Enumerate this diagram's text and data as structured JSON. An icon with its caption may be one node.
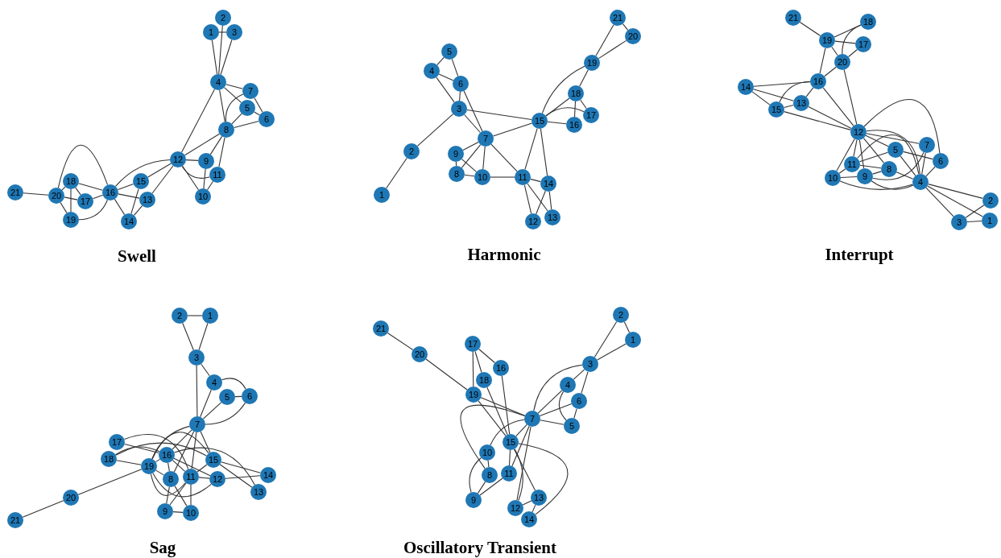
{
  "diagram": {
    "nodes": [
      {
        "text": [
          "1"
        ]
      },
      {
        "text": [
          "2"
        ]
      },
      {
        "text": [
          "3"
        ]
      },
      {
        "text": [
          "4"
        ]
      },
      {
        "text": [
          "5"
        ]
      },
      {
        "text": [
          "6"
        ]
      },
      {
        "text": [
          "7"
        ]
      },
      {
        "text": [
          "8"
        ]
      },
      {
        "text": [
          "9"
        ]
      },
      {
        "text": [
          "10"
        ]
      },
      {
        "text": [
          "11"
        ]
      },
      {
        "text": [
          "12"
        ]
      },
      {
        "text": [
          "13"
        ]
      },
      {
        "text": [
          "14"
        ]
      },
      {
        "text": [
          "15"
        ]
      },
      {
        "text": [
          "16"
        ]
      },
      {
        "text": [
          "17"
        ]
      },
      {
        "text": [
          "18"
        ]
      },
      {
        "text": [
          "19"
        ]
      },
      {
        "text": [
          "20"
        ]
      },
      {
        "text": [
          "21"
        ]
      },
      {
        "text": [
          "1"
        ]
      },
      {
        "text": [
          "2"
        ]
      },
      {
        "text": [
          "3"
        ]
      },
      {
        "text": [
          "4"
        ]
      },
      {
        "text": [
          "5"
        ]
      },
      {
        "text": [
          "6"
        ]
      },
      {
        "text": [
          "7"
        ]
      },
      {
        "text": [
          "8"
        ]
      },
      {
        "text": [
          "9"
        ]
      },
      {
        "text": [
          "10"
        ]
      },
      {
        "text": [
          "11"
        ]
      },
      {
        "text": [
          "12"
        ]
      },
      {
        "text": [
          "13"
        ]
      },
      {
        "text": [
          "14"
        ]
      },
      {
        "text": [
          "15"
        ]
      },
      {
        "text": [
          "16"
        ]
      },
      {
        "text": [
          "17"
        ]
      },
      {
        "text": [
          "18"
        ]
      },
      {
        "text": [
          "19"
        ]
      },
      {
        "text": [
          "20"
        ]
      },
      {
        "text": [
          "21"
        ]
      },
      {
        "text": [
          "1"
        ]
      },
      {
        "text": [
          "2"
        ]
      },
      {
        "text": [
          "3"
        ]
      },
      {
        "text": [
          "4"
        ]
      },
      {
        "text": [
          "5"
        ]
      },
      {
        "text": [
          "6"
        ]
      },
      {
        "text": [
          "7"
        ]
      },
      {
        "text": [
          "8"
        ]
      },
      {
        "text": [
          "9"
        ]
      },
      {
        "text": [
          "10"
        ]
      },
      {
        "text": [
          "11"
        ]
      },
      {
        "text": [
          "12"
        ]
      },
      {
        "text": [
          "13"
        ]
      },
      {
        "text": [
          "14"
        ]
      },
      {
        "text": [
          "15"
        ]
      },
      {
        "text": [
          "16"
        ]
      },
      {
        "text": [
          "17"
        ]
      },
      {
        "text": [
          "18"
        ]
      },
      {
        "text": [
          "19"
        ]
      },
      {
        "text": [
          "20"
        ]
      },
      {
        "text": [
          "21"
        ]
      },
      {
        "text": [
          "1"
        ]
      },
      {
        "text": [
          "2"
        ]
      },
      {
        "text": [
          "3"
        ]
      },
      {
        "text": [
          "4"
        ]
      },
      {
        "text": [
          "5"
        ]
      },
      {
        "text": [
          "6"
        ]
      },
      {
        "text": [
          "7"
        ]
      },
      {
        "text": [
          "8"
        ]
      },
      {
        "text": [
          "9"
        ]
      },
      {
        "text": [
          "10"
        ]
      },
      {
        "text": [
          "11"
        ]
      },
      {
        "text": [
          "12"
        ]
      },
      {
        "text": [
          "13"
        ]
      },
      {
        "text": [
          "14"
        ]
      },
      {
        "text": [
          "15"
        ]
      },
      {
        "text": [
          "16"
        ]
      },
      {
        "text": [
          "17"
        ]
      },
      {
        "text": [
          "18"
        ]
      },
      {
        "text": [
          "19"
        ]
      },
      {
        "text": [
          "20"
        ]
      },
      {
        "text": [
          "21"
        ]
      },
      {
        "text": [
          "1"
        ]
      },
      {
        "text": [
          "2"
        ]
      },
      {
        "text": [
          "3"
        ]
      },
      {
        "text": [
          "4"
        ]
      },
      {
        "text": [
          "5"
        ]
      },
      {
        "text": [
          "6"
        ]
      },
      {
        "text": [
          "7"
        ]
      },
      {
        "text": [
          "8"
        ]
      },
      {
        "text": [
          "9"
        ]
      },
      {
        "text": [
          "10"
        ]
      },
      {
        "text": [
          "11"
        ]
      },
      {
        "text": [
          "12"
        ]
      },
      {
        "text": [
          "13"
        ]
      },
      {
        "text": [
          "14"
        ]
      },
      {
        "text": [
          "15"
        ]
      },
      {
        "text": [
          "16"
        ]
      },
      {
        "text": [
          "17"
        ]
      },
      {
        "text": [
          "18"
        ]
      },
      {
        "text": [
          "19"
        ]
      },
      {
        "text": [
          "20"
        ]
      },
      {
        "text": [
          "21"
        ]
      }
    ],
    "edges": [
      {
        "from": 0,
        "to": 2,
        "arrow": "none"
      },
      {
        "from": 0,
        "to": 3,
        "arrow": "none"
      },
      {
        "from": 1,
        "to": 3,
        "arrow": "none"
      },
      {
        "from": 2,
        "to": 3,
        "arrow": "none"
      },
      {
        "from": 3,
        "to": 6,
        "arrow": "none"
      },
      {
        "from": 3,
        "to": 4,
        "arrow": "none"
      },
      {
        "from": 3,
        "to": 7,
        "arrow": "none"
      },
      {
        "from": 3,
        "to": 11,
        "arrow": "none"
      },
      {
        "from": 6,
        "to": 5,
        "arrow": "none"
      },
      {
        "from": 4,
        "to": 5,
        "arrow": "none"
      },
      {
        "from": 4,
        "to": 7,
        "arrow": "none"
      },
      {
        "from": 6,
        "to": 7,
        "arrow": "none"
      },
      {
        "from": 7,
        "to": 5,
        "arrow": "none"
      },
      {
        "from": 7,
        "to": 11,
        "arrow": "none"
      },
      {
        "from": 7,
        "to": 8,
        "arrow": "none"
      },
      {
        "from": 7,
        "to": 10,
        "arrow": "none"
      },
      {
        "from": 11,
        "to": 8,
        "arrow": "none"
      },
      {
        "from": 11,
        "to": 10,
        "arrow": "none"
      },
      {
        "from": 11,
        "to": 9,
        "arrow": "none"
      },
      {
        "from": 8,
        "to": 9,
        "arrow": "none"
      },
      {
        "from": 10,
        "to": 9,
        "arrow": "none"
      },
      {
        "from": 11,
        "to": 14,
        "arrow": "none"
      },
      {
        "from": 11,
        "to": 15,
        "arrow": "none"
      },
      {
        "from": 11,
        "to": 12,
        "arrow": "none"
      },
      {
        "from": 14,
        "to": 15,
        "arrow": "none"
      },
      {
        "from": 14,
        "to": 13,
        "arrow": "none"
      },
      {
        "from": 15,
        "to": 12,
        "arrow": "none"
      },
      {
        "from": 15,
        "to": 13,
        "arrow": "none"
      },
      {
        "from": 12,
        "to": 13,
        "arrow": "none"
      },
      {
        "from": 15,
        "to": 17,
        "arrow": "none"
      },
      {
        "from": 15,
        "to": 19,
        "arrow": "none"
      },
      {
        "from": 15,
        "to": 16,
        "arrow": "none"
      },
      {
        "from": 15,
        "to": 18,
        "arrow": "none"
      },
      {
        "from": 17,
        "to": 19,
        "arrow": "none"
      },
      {
        "from": 17,
        "to": 16,
        "arrow": "none"
      },
      {
        "from": 19,
        "to": 16,
        "arrow": "none"
      },
      {
        "from": 19,
        "to": 18,
        "arrow": "none"
      },
      {
        "from": 19,
        "to": 20,
        "arrow": "none"
      },
      {
        "from": 17,
        "to": 18,
        "arrow": "none"
      },
      {
        "from": 21,
        "to": 22,
        "arrow": "none"
      },
      {
        "from": 22,
        "to": 23,
        "arrow": "none"
      },
      {
        "from": 23,
        "to": 24,
        "arrow": "none"
      },
      {
        "from": 23,
        "to": 26,
        "arrow": "none"
      },
      {
        "from": 23,
        "to": 27,
        "arrow": "none"
      },
      {
        "from": 23,
        "to": 35,
        "arrow": "none"
      },
      {
        "from": 24,
        "to": 25,
        "arrow": "none"
      },
      {
        "from": 24,
        "to": 26,
        "arrow": "none"
      },
      {
        "from": 25,
        "to": 26,
        "arrow": "none"
      },
      {
        "from": 26,
        "to": 27,
        "arrow": "none"
      },
      {
        "from": 27,
        "to": 35,
        "arrow": "none"
      },
      {
        "from": 27,
        "to": 29,
        "arrow": "none"
      },
      {
        "from": 27,
        "to": 28,
        "arrow": "none"
      },
      {
        "from": 27,
        "to": 30,
        "arrow": "none"
      },
      {
        "from": 27,
        "to": 31,
        "arrow": "none"
      },
      {
        "from": 29,
        "to": 30,
        "arrow": "none"
      },
      {
        "from": 28,
        "to": 29,
        "arrow": "none"
      },
      {
        "from": 28,
        "to": 30,
        "arrow": "none"
      },
      {
        "from": 30,
        "to": 31,
        "arrow": "none"
      },
      {
        "from": 31,
        "to": 35,
        "arrow": "none"
      },
      {
        "from": 31,
        "to": 34,
        "arrow": "none"
      },
      {
        "from": 31,
        "to": 32,
        "arrow": "none"
      },
      {
        "from": 31,
        "to": 33,
        "arrow": "none"
      },
      {
        "from": 34,
        "to": 35,
        "arrow": "none"
      },
      {
        "from": 34,
        "to": 32,
        "arrow": "none"
      },
      {
        "from": 34,
        "to": 33,
        "arrow": "none"
      },
      {
        "from": 35,
        "to": 36,
        "arrow": "none"
      },
      {
        "from": 35,
        "to": 37,
        "arrow": "none"
      },
      {
        "from": 35,
        "to": 38,
        "arrow": "none"
      },
      {
        "from": 35,
        "to": 39,
        "arrow": "none"
      },
      {
        "from": 36,
        "to": 38,
        "arrow": "none"
      },
      {
        "from": 37,
        "to": 38,
        "arrow": "none"
      },
      {
        "from": 38,
        "to": 39,
        "arrow": "none"
      },
      {
        "from": 39,
        "to": 41,
        "arrow": "none"
      },
      {
        "from": 39,
        "to": 40,
        "arrow": "none"
      },
      {
        "from": 40,
        "to": 41,
        "arrow": "none"
      },
      {
        "from": 62,
        "to": 60,
        "arrow": "none"
      },
      {
        "from": 60,
        "to": 59,
        "arrow": "none"
      },
      {
        "from": 60,
        "to": 58,
        "arrow": "none"
      },
      {
        "from": 60,
        "to": 61,
        "arrow": "none"
      },
      {
        "from": 60,
        "to": 57,
        "arrow": "none"
      },
      {
        "from": 59,
        "to": 61,
        "arrow": "none"
      },
      {
        "from": 58,
        "to": 61,
        "arrow": "none"
      },
      {
        "from": 61,
        "to": 57,
        "arrow": "none"
      },
      {
        "from": 61,
        "to": 53,
        "arrow": "none"
      },
      {
        "from": 57,
        "to": 55,
        "arrow": "none"
      },
      {
        "from": 57,
        "to": 54,
        "arrow": "none"
      },
      {
        "from": 57,
        "to": 56,
        "arrow": "none"
      },
      {
        "from": 57,
        "to": 53,
        "arrow": "none"
      },
      {
        "from": 55,
        "to": 56,
        "arrow": "none"
      },
      {
        "from": 55,
        "to": 54,
        "arrow": "none"
      },
      {
        "from": 54,
        "to": 56,
        "arrow": "none"
      },
      {
        "from": 54,
        "to": 53,
        "arrow": "none"
      },
      {
        "from": 56,
        "to": 53,
        "arrow": "none"
      },
      {
        "from": 53,
        "to": 48,
        "arrow": "none"
      },
      {
        "from": 53,
        "to": 47,
        "arrow": "none"
      },
      {
        "from": 53,
        "to": 46,
        "arrow": "none"
      },
      {
        "from": 53,
        "to": 49,
        "arrow": "none"
      },
      {
        "from": 53,
        "to": 45,
        "arrow": "none"
      },
      {
        "from": 53,
        "to": 52,
        "arrow": "none"
      },
      {
        "from": 53,
        "to": 51,
        "arrow": "none"
      },
      {
        "from": 53,
        "to": 50,
        "arrow": "none"
      },
      {
        "from": 52,
        "to": 51,
        "arrow": "none"
      },
      {
        "from": 52,
        "to": 46,
        "arrow": "none"
      },
      {
        "from": 52,
        "to": 49,
        "arrow": "none"
      },
      {
        "from": 50,
        "to": 48,
        "arrow": "none"
      },
      {
        "from": 50,
        "to": 49,
        "arrow": "none"
      },
      {
        "from": 51,
        "to": 50,
        "arrow": "none"
      },
      {
        "from": 51,
        "to": 45,
        "arrow": "none"
      },
      {
        "from": 50,
        "to": 45,
        "arrow": "none"
      },
      {
        "from": 52,
        "to": 45,
        "arrow": "none"
      },
      {
        "from": 46,
        "to": 45,
        "arrow": "none"
      },
      {
        "from": 49,
        "to": 45,
        "arrow": "none"
      },
      {
        "from": 48,
        "to": 45,
        "arrow": "none"
      },
      {
        "from": 47,
        "to": 45,
        "arrow": "none"
      },
      {
        "from": 46,
        "to": 47,
        "arrow": "none"
      },
      {
        "from": 45,
        "to": 43,
        "arrow": "none"
      },
      {
        "from": 45,
        "to": 42,
        "arrow": "none"
      },
      {
        "from": 45,
        "to": 44,
        "arrow": "none"
      },
      {
        "from": 44,
        "to": 42,
        "arrow": "none"
      },
      {
        "from": 44,
        "to": 43,
        "arrow": "none"
      },
      {
        "from": 63,
        "to": 64,
        "arrow": "none"
      },
      {
        "from": 64,
        "to": 65,
        "arrow": "none"
      },
      {
        "from": 63,
        "to": 65,
        "arrow": "none"
      },
      {
        "from": 65,
        "to": 66,
        "arrow": "none"
      },
      {
        "from": 65,
        "to": 69,
        "arrow": "none"
      },
      {
        "from": 66,
        "to": 68,
        "arrow": "none"
      },
      {
        "from": 66,
        "to": 69,
        "arrow": "none"
      },
      {
        "from": 67,
        "to": 69,
        "arrow": "none"
      },
      {
        "from": 68,
        "to": 69,
        "arrow": "none"
      },
      {
        "from": 67,
        "to": 68,
        "arrow": "none"
      },
      {
        "from": 69,
        "to": 78,
        "arrow": "none"
      },
      {
        "from": 69,
        "to": 81,
        "arrow": "none"
      },
      {
        "from": 69,
        "to": 70,
        "arrow": "none"
      },
      {
        "from": 69,
        "to": 73,
        "arrow": "none"
      },
      {
        "from": 69,
        "to": 77,
        "arrow": "none"
      },
      {
        "from": 79,
        "to": 78,
        "arrow": "none"
      },
      {
        "from": 79,
        "to": 73,
        "arrow": "none"
      },
      {
        "from": 80,
        "to": 78,
        "arrow": "none"
      },
      {
        "from": 80,
        "to": 81,
        "arrow": "none"
      },
      {
        "from": 80,
        "to": 77,
        "arrow": "none"
      },
      {
        "from": 78,
        "to": 81,
        "arrow": "none"
      },
      {
        "from": 78,
        "to": 74,
        "arrow": "none"
      },
      {
        "from": 78,
        "to": 75,
        "arrow": "none"
      },
      {
        "from": 78,
        "to": 73,
        "arrow": "none"
      },
      {
        "from": 78,
        "to": 70,
        "arrow": "none"
      },
      {
        "from": 81,
        "to": 77,
        "arrow": "none"
      },
      {
        "from": 81,
        "to": 74,
        "arrow": "none"
      },
      {
        "from": 81,
        "to": 73,
        "arrow": "none"
      },
      {
        "from": 81,
        "to": 70,
        "arrow": "none"
      },
      {
        "from": 81,
        "to": 82,
        "arrow": "none"
      },
      {
        "from": 77,
        "to": 76,
        "arrow": "none"
      },
      {
        "from": 77,
        "to": 75,
        "arrow": "none"
      },
      {
        "from": 77,
        "to": 73,
        "arrow": "none"
      },
      {
        "from": 73,
        "to": 74,
        "arrow": "none"
      },
      {
        "from": 74,
        "to": 76,
        "arrow": "none"
      },
      {
        "from": 70,
        "to": 71,
        "arrow": "none"
      },
      {
        "from": 70,
        "to": 72,
        "arrow": "none"
      },
      {
        "from": 73,
        "to": 71,
        "arrow": "none"
      },
      {
        "from": 73,
        "to": 72,
        "arrow": "none"
      },
      {
        "from": 71,
        "to": 72,
        "arrow": "none"
      },
      {
        "from": 82,
        "to": 83,
        "arrow": "none"
      },
      {
        "from": 104,
        "to": 103,
        "arrow": "none"
      },
      {
        "from": 103,
        "to": 102,
        "arrow": "none"
      },
      {
        "from": 100,
        "to": 102,
        "arrow": "none"
      },
      {
        "from": 100,
        "to": 101,
        "arrow": "none"
      },
      {
        "from": 100,
        "to": 99,
        "arrow": "none"
      },
      {
        "from": 99,
        "to": 98,
        "arrow": "none"
      },
      {
        "from": 101,
        "to": 98,
        "arrow": "none"
      },
      {
        "from": 102,
        "to": 98,
        "arrow": "none"
      },
      {
        "from": 102,
        "to": 90,
        "arrow": "none"
      },
      {
        "from": 85,
        "to": 84,
        "arrow": "none"
      },
      {
        "from": 85,
        "to": 86,
        "arrow": "none"
      },
      {
        "from": 84,
        "to": 86,
        "arrow": "none"
      },
      {
        "from": 86,
        "to": 87,
        "arrow": "none"
      },
      {
        "from": 86,
        "to": 89,
        "arrow": "none"
      },
      {
        "from": 86,
        "to": 90,
        "arrow": "none"
      },
      {
        "from": 87,
        "to": 90,
        "arrow": "none"
      },
      {
        "from": 87,
        "to": 88,
        "arrow": "none"
      },
      {
        "from": 89,
        "to": 90,
        "arrow": "none"
      },
      {
        "from": 89,
        "to": 88,
        "arrow": "none"
      },
      {
        "from": 90,
        "to": 88,
        "arrow": "none"
      },
      {
        "from": 90,
        "to": 98,
        "arrow": "none"
      },
      {
        "from": 90,
        "to": 93,
        "arrow": "none"
      },
      {
        "from": 90,
        "to": 94,
        "arrow": "none"
      },
      {
        "from": 90,
        "to": 95,
        "arrow": "none"
      },
      {
        "from": 90,
        "to": 91,
        "arrow": "none"
      },
      {
        "from": 98,
        "to": 95,
        "arrow": "none"
      },
      {
        "from": 98,
        "to": 97,
        "arrow": "none"
      },
      {
        "from": 98,
        "to": 96,
        "arrow": "none"
      },
      {
        "from": 98,
        "to": 94,
        "arrow": "none"
      },
      {
        "from": 93,
        "to": 91,
        "arrow": "none"
      },
      {
        "from": 93,
        "to": 92,
        "arrow": "none"
      },
      {
        "from": 91,
        "to": 92,
        "arrow": "none"
      },
      {
        "from": 94,
        "to": 92,
        "arrow": "none"
      },
      {
        "from": 95,
        "to": 96,
        "arrow": "none"
      },
      {
        "from": 96,
        "to": 97,
        "arrow": "none"
      }
    ],
    "labels": [
      "Swell",
      "Harmonic",
      "Interrupt",
      "Sag",
      "Oscillatory Transient"
    ]
  }
}
